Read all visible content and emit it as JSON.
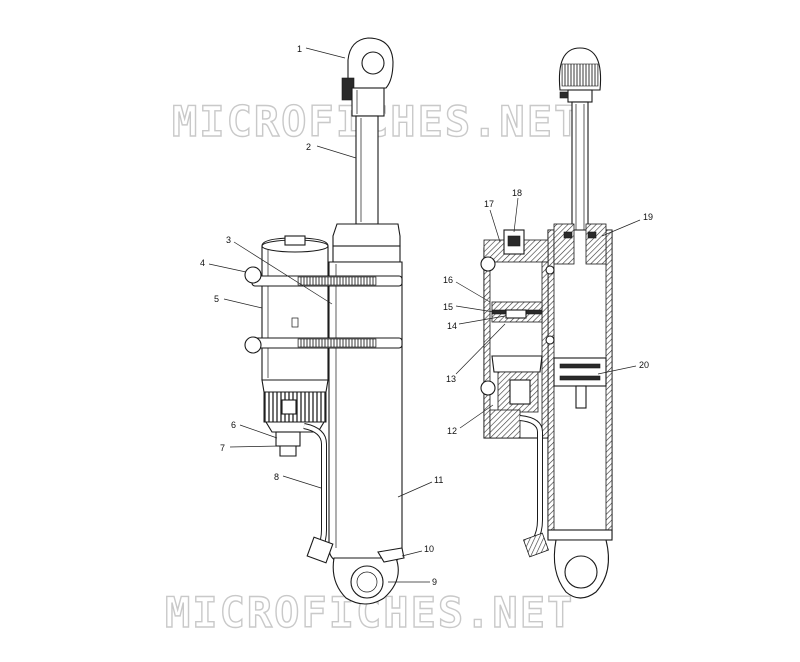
{
  "watermark": {
    "text": "MICROFICHES.NET"
  },
  "diagram": {
    "callouts": [
      "1",
      "2",
      "3",
      "4",
      "5",
      "6",
      "7",
      "8",
      "9",
      "10",
      "11",
      "12",
      "13",
      "14",
      "15",
      "16",
      "17",
      "18",
      "19",
      "20"
    ]
  }
}
